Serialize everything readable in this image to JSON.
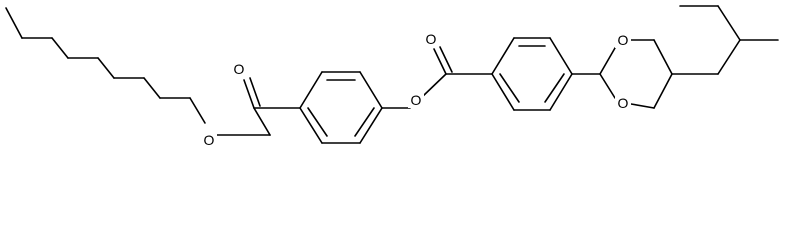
{
  "diagram": {
    "type": "skeletal-structure",
    "atom_labels": {
      "o_carbonyl_left": "O",
      "o_ester_left": "O",
      "o_ester_middle": "O",
      "o_carbonyl_middle": "O",
      "o_dioxane_top": "O",
      "o_dioxane_bottom": "O"
    }
  }
}
